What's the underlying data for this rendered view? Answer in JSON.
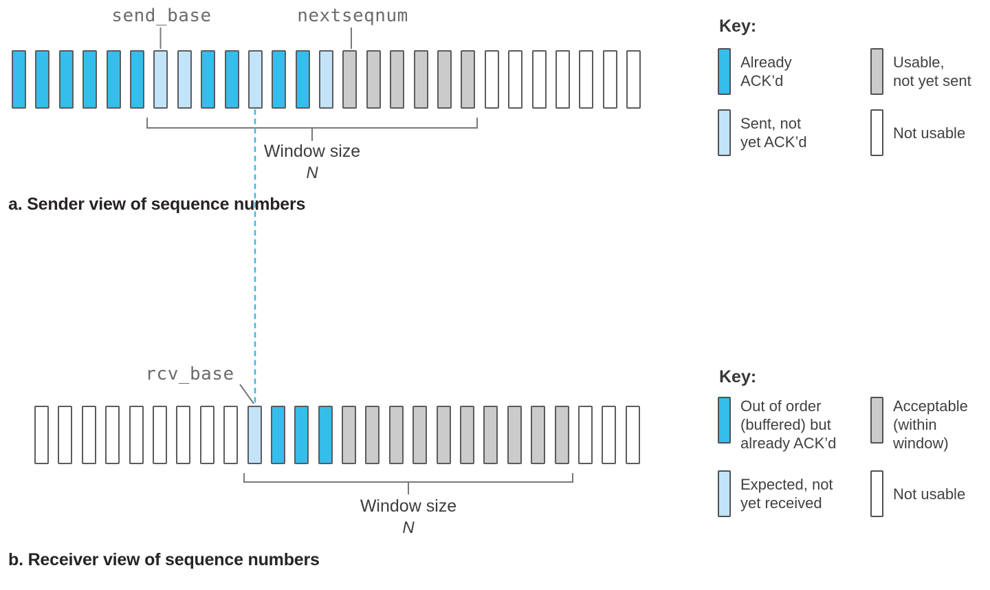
{
  "palette": {
    "already_acked": "#35bdec",
    "sent_not_acked": "#c3e4f8",
    "usable_not_sent": "#cbcbcb",
    "not_usable": "#ffffff",
    "out_of_order": "#35bdec",
    "expected_not_received": "#c3e4f8",
    "acceptable": "#cbcbcb"
  },
  "lines": {
    "gray": "#77787b",
    "dashed_blue": "#3fb8e8"
  },
  "sender": {
    "send_base_label": "send_base",
    "nextseqnum_label": "nextseqnum",
    "cells": [
      "already_acked",
      "already_acked",
      "already_acked",
      "already_acked",
      "already_acked",
      "already_acked",
      "sent_not_acked",
      "sent_not_acked",
      "already_acked",
      "already_acked",
      "sent_not_acked",
      "already_acked",
      "already_acked",
      "sent_not_acked",
      "usable_not_sent",
      "usable_not_sent",
      "usable_not_sent",
      "usable_not_sent",
      "usable_not_sent",
      "usable_not_sent",
      "not_usable",
      "not_usable",
      "not_usable",
      "not_usable",
      "not_usable",
      "not_usable",
      "not_usable"
    ],
    "window_label": "Window size",
    "window_n": "N",
    "caption": "a. Sender view of sequence numbers",
    "key": {
      "title": "Key:",
      "items": [
        {
          "state": "already_acked",
          "label": "Already\nACK’d"
        },
        {
          "state": "usable_not_sent",
          "label": "Usable,\nnot yet sent"
        },
        {
          "state": "sent_not_acked",
          "label": "Sent, not\nyet ACK’d"
        },
        {
          "state": "not_usable",
          "label": "Not usable"
        }
      ]
    }
  },
  "receiver": {
    "rcv_base_label": "rcv_base",
    "cells": [
      "not_usable",
      "not_usable",
      "not_usable",
      "not_usable",
      "not_usable",
      "not_usable",
      "not_usable",
      "not_usable",
      "not_usable",
      "expected_not_received",
      "out_of_order",
      "out_of_order",
      "out_of_order",
      "acceptable",
      "acceptable",
      "acceptable",
      "acceptable",
      "acceptable",
      "acceptable",
      "acceptable",
      "acceptable",
      "acceptable",
      "acceptable",
      "not_usable",
      "not_usable",
      "not_usable"
    ],
    "window_label": "Window size",
    "window_n": "N",
    "caption": "b. Receiver view of sequence numbers",
    "key": {
      "title": "Key:",
      "items": [
        {
          "state": "out_of_order",
          "label": "Out of order\n(buffered) but\nalready ACK’d"
        },
        {
          "state": "acceptable",
          "label": "Acceptable\n(within\nwindow)"
        },
        {
          "state": "expected_not_received",
          "label": "Expected, not\nyet received"
        },
        {
          "state": "not_usable",
          "label": "Not usable"
        }
      ]
    }
  }
}
